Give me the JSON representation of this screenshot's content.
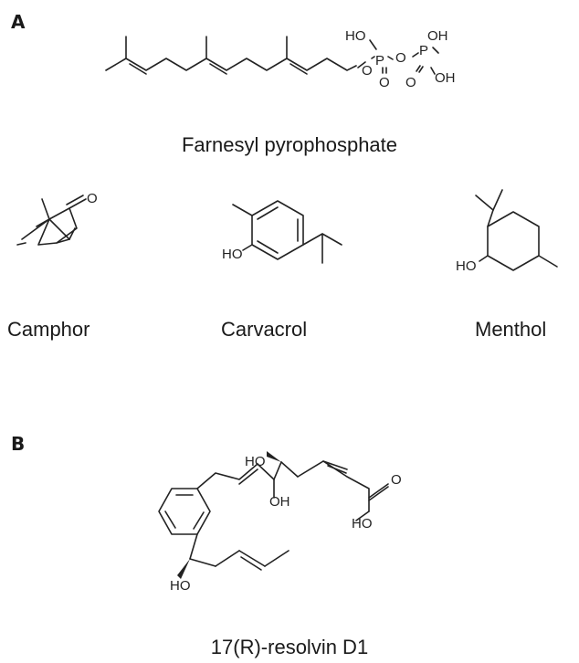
{
  "panels": {
    "a": {
      "label": "A"
    },
    "b": {
      "label": "B"
    }
  },
  "captions": {
    "farnesyl": "Farnesyl pyrophosphate",
    "camphor": "Camphor",
    "carvacrol": "Carvacrol",
    "menthol": "Menthol",
    "resolvin": "17(R)-resolvin D1"
  },
  "atoms": {
    "ho": "HO",
    "oh": "OH",
    "o": "O",
    "p": "P"
  }
}
